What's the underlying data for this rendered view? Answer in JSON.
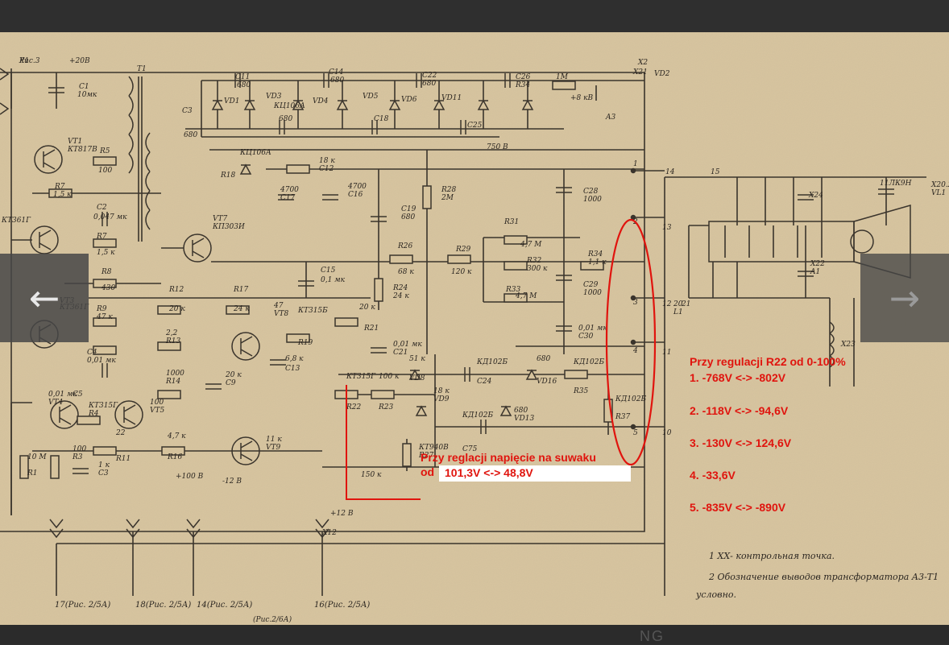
{
  "viewer": {
    "prev_icon": "arrow-left-icon",
    "next_icon": "arrow-right-icon",
    "prev_glyph": "←",
    "next_glyph": "→",
    "watermark": "NG"
  },
  "annotations": {
    "r22_title": "Przy regulacji R22 od 0-100%",
    "readings": [
      "1. -768V <-> -802V",
      "2. -118V <-> -94,6V",
      "3. -130V <-> 124,6V",
      "4. -33,6V",
      "5. -835V <-> -890V"
    ],
    "slider_line1": "Przy reglacji napięcie na suwaku",
    "slider_line2": "od",
    "slider_value": "101,3V <-> 48,8V",
    "color": "#e0140e"
  },
  "schematic": {
    "components": [
      "X1",
      "+20В",
      "T1",
      "C1",
      "10мк",
      "VT1",
      "КТ817В",
      "R5",
      "100",
      "R7",
      "1,5 к",
      "КТ361Г",
      "C2",
      "0,047 мк",
      "R7",
      "1,5 к",
      "R8",
      "430",
      "C3",
      "680",
      "C11",
      "680",
      "VD1",
      "VD3",
      "КЦ106А",
      "C14",
      "680",
      "VD4",
      "VD5",
      "C22",
      "680",
      "VD6",
      "VD11",
      "C26",
      "R34",
      "1М",
      "+8 кВ",
      "A3",
      "X2",
      "X21",
      "VD2",
      "КЦ106А",
      "R18",
      "18 к",
      "C12",
      "4700",
      "C17",
      "4700",
      "C16",
      "680",
      "C18",
      "C25",
      "750 В",
      "C19",
      "680",
      "R28",
      "2М",
      "C28",
      "1000",
      "R31",
      "4,7 М",
      "R26",
      "68 к",
      "R29",
      "120 к",
      "R32",
      "300 к",
      "R34",
      "1,1 к",
      "C29",
      "1000",
      "R33",
      "4,7 М",
      "VT7",
      "КП303И",
      "C15",
      "0,1 мк",
      "R24",
      "24 к",
      "R12",
      "20 к",
      "R17",
      "24 к",
      "VT3",
      "КТ361Г",
      "R9",
      "47 к",
      "C4",
      "0,01 мк",
      "C5",
      "2,2",
      "R13",
      "47",
      "VT8",
      "КТ315Б",
      "R19",
      "20 к",
      "R21",
      "6,8 к",
      "C13",
      "0,01 мк",
      "C21",
      "0,01 мк",
      "C30",
      "1000",
      "R14",
      "20 к",
      "C9",
      "0,01 мк",
      "VT4",
      "КТ315Г",
      "R4",
      "100",
      "VT5",
      "КТ315Г",
      "R22",
      "100 к",
      "R23",
      "51 к",
      "VD8",
      "КД102Б",
      "C24",
      "680",
      "VD16",
      "КД102Б",
      "R35",
      "18 к",
      "VD9",
      "КД102Б",
      "C75",
      "680",
      "VD13",
      "КД102Б",
      "R37",
      "10 М",
      "R1",
      "100",
      "R3",
      "1 к",
      "C3",
      "22",
      "R11",
      "4,7 к",
      "R16",
      "11 к",
      "VT9",
      "КТ940В",
      "R27",
      "150 к",
      "+100 В",
      "-12 В",
      "+12 В",
      "X12",
      "X20.2",
      "VL1",
      "11ЛК9Н",
      "X24",
      "X22",
      "A1",
      "X23",
      "L1",
      "(Рис.2/6А)",
      "Рис.3"
    ],
    "pins": [
      "1",
      "2",
      "3",
      "4",
      "5",
      "14",
      "13",
      "12",
      "11",
      "10",
      "15",
      "20",
      "21"
    ],
    "footnotes": [
      "1 ХХ- контрольная точка.",
      "2 Обозначение выводов трансформатора А3-Т1",
      "условно."
    ],
    "bottom_refs": [
      "17(Рис. 2/5А)",
      "18(Рис. 2/5А)",
      "14(Рис. 2/5А)",
      "16(Рис. 2/5А)"
    ]
  }
}
